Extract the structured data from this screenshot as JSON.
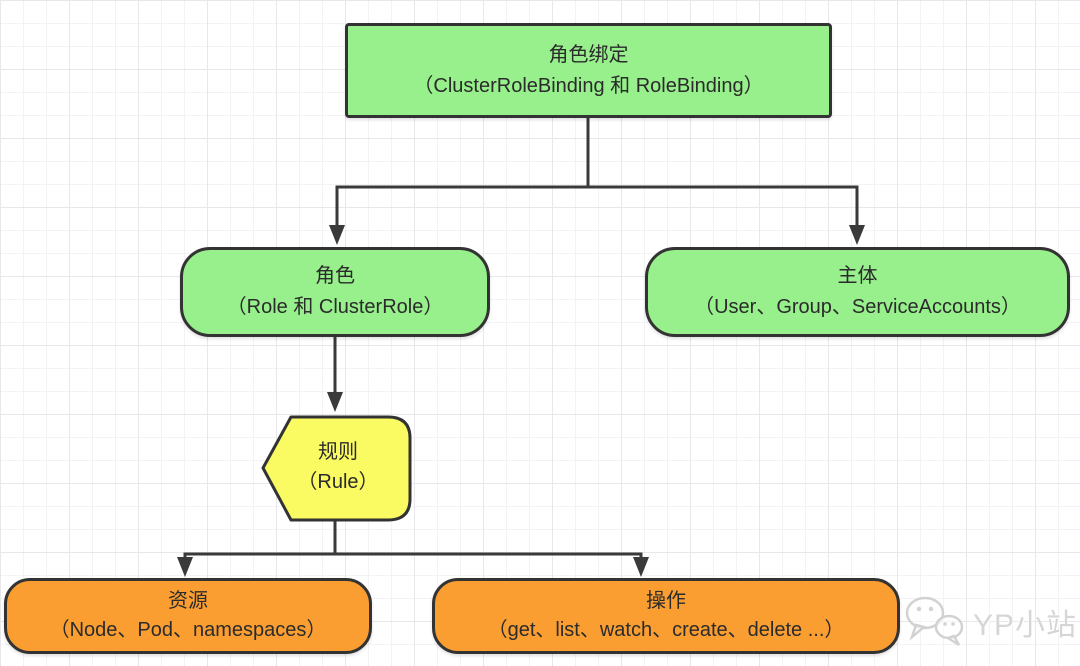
{
  "diagram": {
    "title_semantic": "kubernetes-rbac-concepts-flowchart",
    "nodes": {
      "role_binding": {
        "title": "角色绑定",
        "subtitle": "（ClusterRoleBinding 和 RoleBinding）"
      },
      "role": {
        "title": "角色",
        "subtitle": "（Role 和 ClusterRole）"
      },
      "subject": {
        "title": "主体",
        "subtitle": "（User、Group、ServiceAccounts）"
      },
      "rule": {
        "title": "规则",
        "subtitle": "（Rule）"
      },
      "resource": {
        "title": "资源",
        "subtitle": "（Node、Pod、namespaces）"
      },
      "operation": {
        "title": "操作",
        "subtitle": "（get、list、watch、create、delete ...）"
      }
    },
    "edges": [
      {
        "from": "role_binding",
        "to": "role"
      },
      {
        "from": "role_binding",
        "to": "subject"
      },
      {
        "from": "role",
        "to": "rule"
      },
      {
        "from": "rule",
        "to": "resource"
      },
      {
        "from": "rule",
        "to": "operation"
      }
    ],
    "colors": {
      "green": "#97F08C",
      "yellow": "#FAFA62",
      "orange": "#FA9E32",
      "border": "#333333",
      "connector": "#3A3A3A"
    }
  },
  "watermark": {
    "label": "YP小站",
    "icon": "wechat-icon"
  }
}
